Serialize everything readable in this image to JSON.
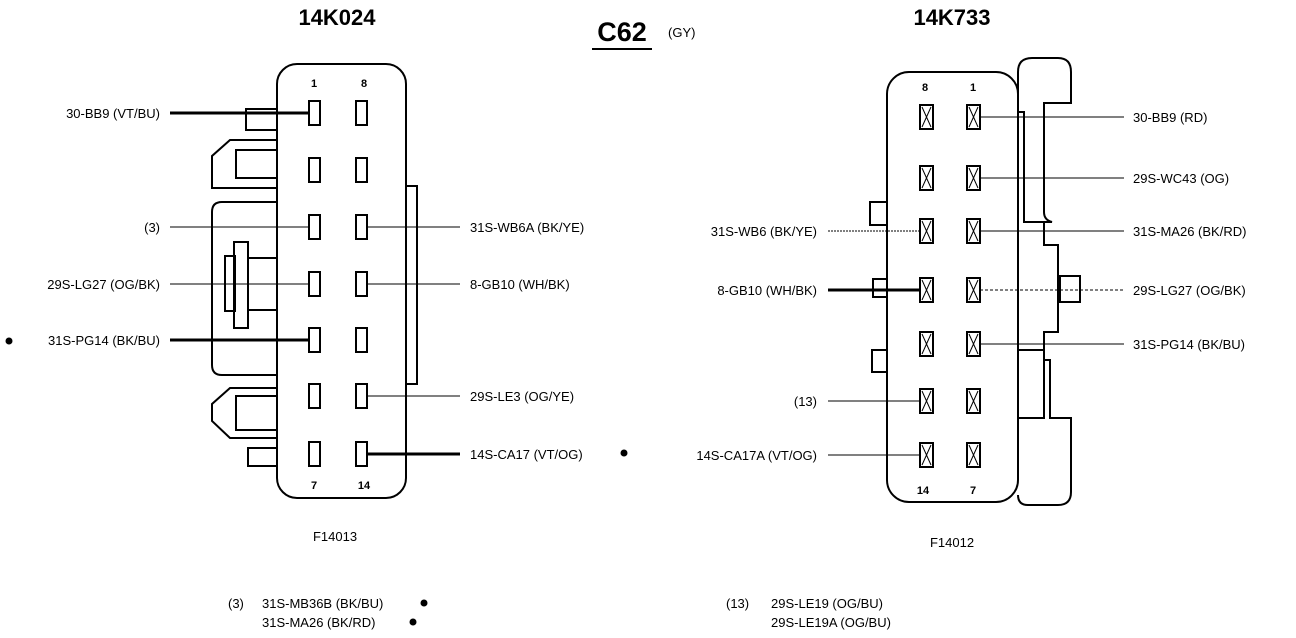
{
  "connector": {
    "name": "C62",
    "color_code": "(GY)"
  },
  "left": {
    "part": "14K024",
    "figure": "F14013",
    "pin_labels": {
      "top_left": "1",
      "top_right": "8",
      "bottom_left": "7",
      "bottom_right": "14"
    },
    "wires_left": [
      {
        "text": "30-BB9 (VT/BU)"
      },
      {
        "text": "(3)"
      },
      {
        "text": "29S-LG27 (OG/BK)"
      },
      {
        "text": "31S-PG14 (BK/BU)",
        "dot": true
      }
    ],
    "wires_right": [
      {
        "text": "31S-WB6A (BK/YE)"
      },
      {
        "text": "8-GB10 (WH/BK)"
      },
      {
        "text": "29S-LE3 (OG/YE)"
      },
      {
        "text": "14S-CA17 (VT/OG)",
        "dot": true
      }
    ],
    "footnote": {
      "ref": "(3)",
      "lines": [
        {
          "text": "31S-MB36B (BK/BU)",
          "dot": true
        },
        {
          "text": "31S-MA26 (BK/RD)",
          "dot": true
        }
      ]
    }
  },
  "right": {
    "part": "14K733",
    "figure": "F14012",
    "pin_labels": {
      "top_left": "8",
      "top_right": "1",
      "bottom_left": "14",
      "bottom_right": "7"
    },
    "wires_left": [
      {
        "text": "31S-WB6 (BK/YE)"
      },
      {
        "text": "8-GB10 (WH/BK)"
      },
      {
        "text": "(13)"
      },
      {
        "text": "14S-CA17A (VT/OG)"
      }
    ],
    "wires_right": [
      {
        "text": "30-BB9 (RD)"
      },
      {
        "text": "29S-WC43 (OG)"
      },
      {
        "text": "31S-MA26 (BK/RD)"
      },
      {
        "text": "29S-LG27 (OG/BK)"
      },
      {
        "text": "31S-PG14 (BK/BU)"
      }
    ],
    "footnote": {
      "ref": "(13)",
      "lines": [
        {
          "text": "29S-LE19 (OG/BU)"
        },
        {
          "text": "29S-LE19A (OG/BU)"
        }
      ]
    }
  }
}
